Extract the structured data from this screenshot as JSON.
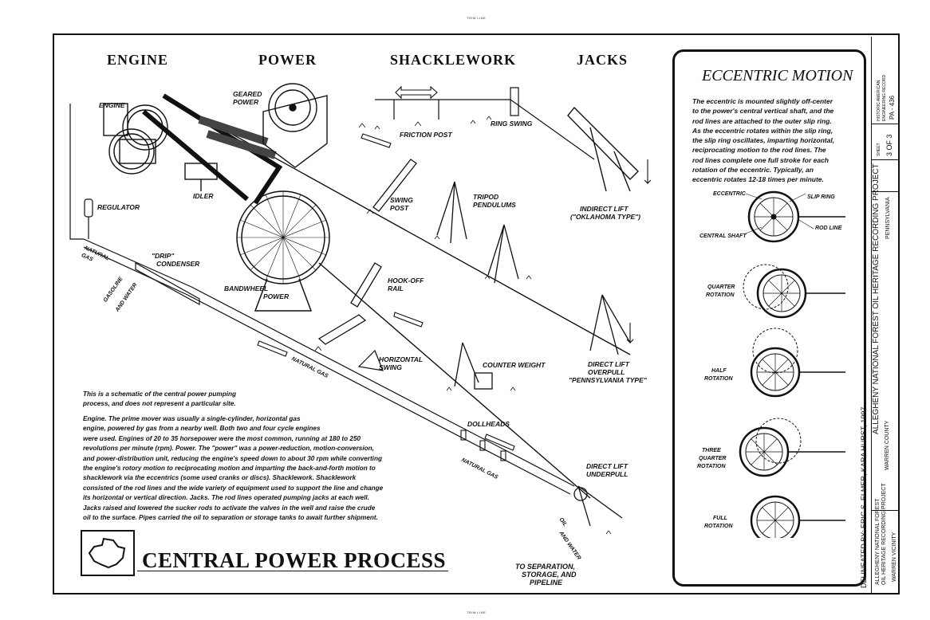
{
  "trim_top": "TRIM LINE",
  "trim_bottom": "TRIM LINE",
  "sections": {
    "engine": "ENGINE",
    "power": "POWER",
    "shacklework": "SHACKLEWORK",
    "jacks": "JACKS"
  },
  "labels": {
    "engine": "ENGINE",
    "geared_power_1": "GEARED",
    "geared_power_2": "POWER",
    "friction_post": "FRICTION POST",
    "ring_swing": "RING SWING",
    "regulator": "REGULATOR",
    "idler": "IDLER",
    "swing_post_1": "SWING",
    "swing_post_2": "POST",
    "tripod_1": "TRIPOD",
    "tripod_2": "PENDULUMS",
    "indirect_1": "INDIRECT LIFT",
    "indirect_2": "(\"OKLAHOMA TYPE\")",
    "drip_1": "\"DRIP\"",
    "drip_2": "CONDENSER",
    "natural_gas_1": "NATURAL",
    "natural_gas_2": "GAS",
    "gasoline_water_1": "GASOLINE",
    "gasoline_water_2": "AND WATER",
    "bandwheel_1": "BANDWHEEL",
    "bandwheel_2": "POWER",
    "hookoff_1": "HOOK-OFF",
    "hookoff_2": "RAIL",
    "horizontal_swing_1": "HORIZONTAL",
    "horizontal_swing_2": "SWING",
    "counter_weight": "COUNTER WEIGHT",
    "direct_overpull_1": "DIRECT LIFT",
    "direct_overpull_2": "OVERPULL",
    "direct_overpull_3": "\"PENNSYLVANIA TYPE\"",
    "natural_gas_road": "NATURAL GAS",
    "natural_gas_road2": "NATURAL GAS",
    "dollheads": "DOLLHEADS",
    "direct_underpull_1": "DIRECT LIFT",
    "direct_underpull_2": "UNDERPULL",
    "oil_water_1": "OIL",
    "oil_water_2": "AND WATER",
    "separation_1": "TO SEPARATION,",
    "separation_2": "STORAGE, AND",
    "separation_3": "PIPELINE"
  },
  "intro": [
    "This is a schematic of the central power pumping",
    "process, and does not represent a particular site."
  ],
  "body": [
    "Engine. The prime mover was usually a single-cylinder, horizontal gas",
    "engine, powered by gas from a nearby  well. Both two and four cycle engines",
    "were used. Engines of 20 to 35 horsepower  were the most common, running at 180 to 250",
    "revolutions per minute (rpm). Power. The \"power\" was a power-reduction, motion-conversion,",
    "and power-distribution unit, reducing the engine's speed down to about 30 rpm while converting",
    "the engine's rotory motion to reciprocating motion and imparting the back-and-forth motion to",
    "shacklework via the eccentrics (some used cranks or discs). Shacklework. Shacklework",
    "consisted of the rod lines and the wide variety of equipment used to support the line and change",
    "its horizontal or vertical direction. Jacks. The rod lines operated pumping jacks at each well.",
    "Jacks raised and lowered the sucker rods to activate the valves in the well and raise the crude",
    "oil to the surface. Pipes carried the oil to separation or storage tanks to await further shipment."
  ],
  "main_title": "CENTRAL POWER PROCESS",
  "eccentric": {
    "title": "ECCENTRIC MOTION",
    "text": [
      "The eccentric is mounted slightly off-center",
      "to the power's central vertical shaft, and the",
      "rod lines are attached to the outer slip ring.",
      "As the eccentric rotates within the slip ring,",
      "the slip ring oscillates, imparting horizontal,",
      "reciprocating motion to the rod lines.  The",
      "rod lines complete one full stroke for each",
      "rotation of the eccentric.  Typically, an",
      "eccentric rotates 12-18 times per minute."
    ],
    "eccentric_lbl": "ECCENTRIC",
    "slip_ring": "SLIP RING",
    "central_shaft": "CENTRAL SHAFT",
    "rod_line": "ROD LINE",
    "quarter_1": "QUARTER",
    "quarter_2": "ROTATION",
    "half_1": "HALF",
    "half_2": "ROTATION",
    "three_1": "THREE",
    "three_2": "QUARTER",
    "three_3": "ROTATION",
    "full_1": "FULL",
    "full_2": "ROTATION"
  },
  "titleblock": {
    "project": "ALLEGHENY NATIONAL FOREST OIL HERITAGE RECORDING PROJECT",
    "delineator": "DELINEATED BY: ERIC S. ELMER, KARA HURST, 1997",
    "org_1": "ALLEGHENY NATIONAL FOREST",
    "org_2": "OIL HERITAGE RECORDING PROJECT",
    "county": "WARREN COUNTY",
    "state": "PENNSYLVANIA",
    "vicinity": "WARREN VICINITY",
    "haer_1": "HISTORIC AMERICAN",
    "haer_2": "ENGINEERING RECORD",
    "haer_no": "PA - 436",
    "sheet_lbl": "SHEET",
    "sheet": "3 OF 3"
  }
}
